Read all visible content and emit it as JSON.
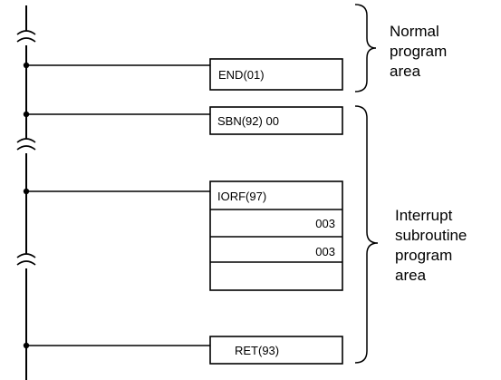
{
  "instructions": [
    {
      "id": "end",
      "label": "END(01)"
    },
    {
      "id": "sbn",
      "label": "SBN(92) 00"
    },
    {
      "id": "iorf",
      "label": "IORF(97)",
      "operands": [
        "003",
        "003",
        ""
      ]
    },
    {
      "id": "ret",
      "label": "RET(93)"
    }
  ],
  "areas": {
    "normal": [
      "Normal",
      "program",
      "area"
    ],
    "interrupt": [
      "Interrupt",
      "subroutine",
      "program",
      "area"
    ]
  },
  "colors": {
    "line": "#000000",
    "background": "#ffffff"
  }
}
